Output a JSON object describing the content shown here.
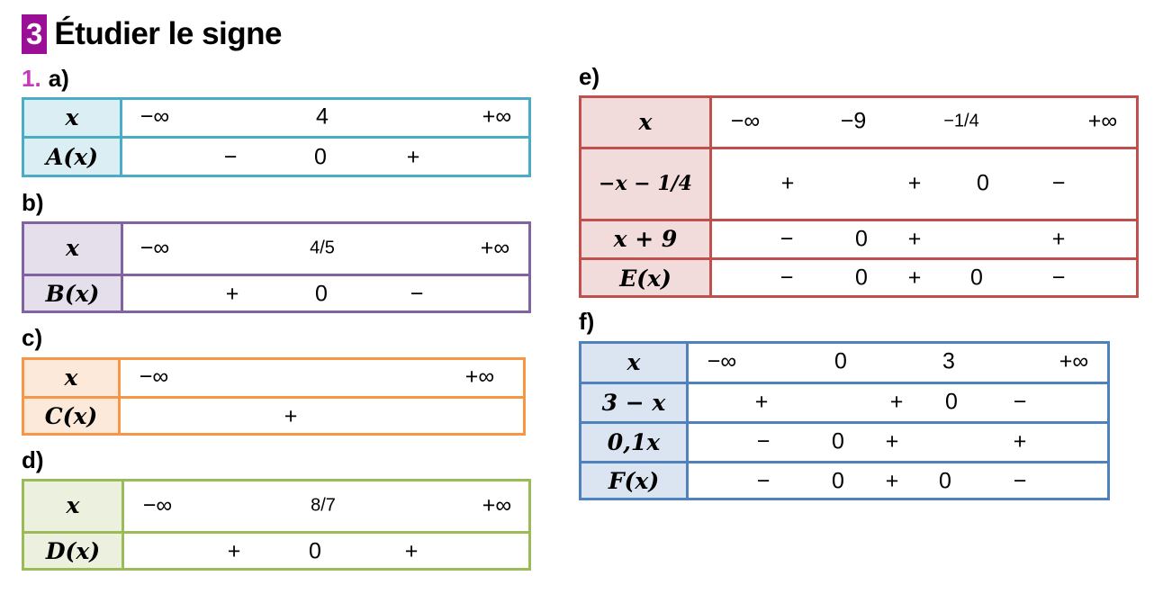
{
  "header": {
    "number": "3",
    "title": "Étudier le signe"
  },
  "part": "1.",
  "tables": [
    {
      "id": "a",
      "label": "a)",
      "border": "#4bacc6",
      "fill": "#dbeef4",
      "rows": [
        {
          "label": "x",
          "cells": [
            "−∞",
            "4",
            "+∞"
          ]
        },
        {
          "label": "A(x)",
          "cells": [
            "−",
            "0",
            "+"
          ]
        }
      ]
    },
    {
      "id": "b",
      "label": "b)",
      "border": "#8064a2",
      "fill": "#e5dfec",
      "rows": [
        {
          "label": "x",
          "cells": [
            "−∞",
            "4/5",
            "+∞"
          ]
        },
        {
          "label": "B(x)",
          "cells": [
            "+",
            "0",
            "−"
          ]
        }
      ]
    },
    {
      "id": "c",
      "label": "c)",
      "border": "#f79646",
      "fill": "#fde9d9",
      "rows": [
        {
          "label": "x",
          "cells": [
            "−∞",
            "+∞"
          ]
        },
        {
          "label": "C(x)",
          "cells": [
            "+"
          ]
        }
      ]
    },
    {
      "id": "d",
      "label": "d)",
      "border": "#9bbb59",
      "fill": "#ebf1de",
      "rows": [
        {
          "label": "x",
          "cells": [
            "−∞",
            "8/7",
            "+∞"
          ]
        },
        {
          "label": "D(x)",
          "cells": [
            "+",
            "0",
            "+"
          ]
        }
      ]
    },
    {
      "id": "e",
      "label": "e)",
      "border": "#c0504d",
      "fill": "#f2dcdb",
      "rows": [
        {
          "label": "x",
          "cells": [
            "−∞",
            "−9",
            "−1/4",
            "+∞"
          ]
        },
        {
          "label": "−x − 1/4",
          "cells": [
            "+",
            "+",
            "0",
            "−"
          ]
        },
        {
          "label": "x + 9",
          "cells": [
            "−",
            "0",
            "+",
            "+"
          ]
        },
        {
          "label": "E(x)",
          "cells": [
            "−",
            "0",
            "+",
            "0",
            "−"
          ]
        }
      ]
    },
    {
      "id": "f",
      "label": "f)",
      "border": "#4f81bd",
      "fill": "#dbe5f1",
      "rows": [
        {
          "label": "x",
          "cells": [
            "−∞",
            "0",
            "3",
            "+∞"
          ]
        },
        {
          "label": "3 − x",
          "cells": [
            "+",
            "+",
            "0",
            "−"
          ]
        },
        {
          "label": "0,1x",
          "cells": [
            "−",
            "0",
            "+",
            "+"
          ]
        },
        {
          "label": "F(x)",
          "cells": [
            "−",
            "0",
            "+",
            "0",
            "−"
          ]
        }
      ]
    }
  ]
}
